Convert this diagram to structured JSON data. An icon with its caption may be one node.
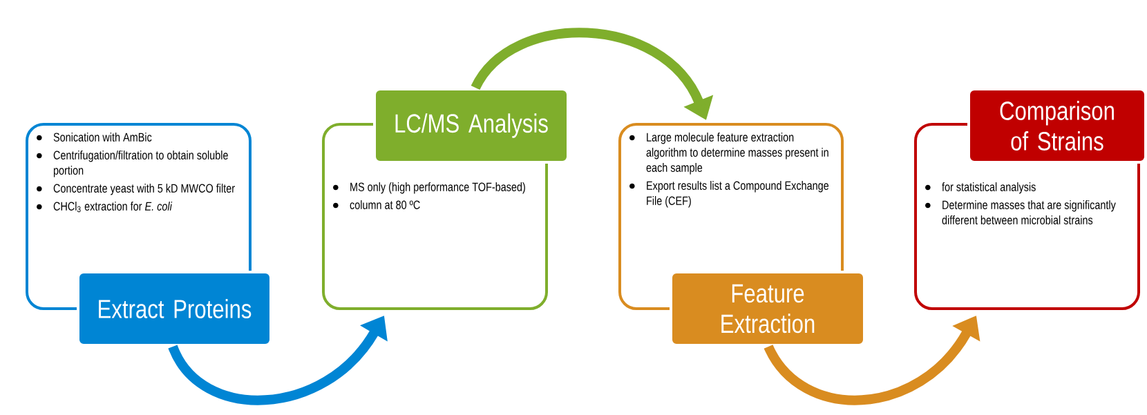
{
  "diagram": {
    "nodes": [
      {
        "text": [
          "Sonication with AmBic",
          "Centrifugation/filtration to obtain soluble portion",
          "Concentrate yeast with 5 kD MWCO filter",
          "CHCl$_{3}$ extraction for *E. coli*"
        ]
      },
      {
        "text": [
          "Extract Proteins"
        ]
      },
      {
        "text": [
          "LC/MS Analysis"
        ]
      },
      {
        "text": [
          "MS only (high performance TOF-based)",
          "column at 80 ºC"
        ]
      },
      {
        "text": [
          "Large molecule feature extraction algorithm to determine masses present in each sample",
          "Export results list a Compound Exchange File (CEF)"
        ]
      },
      {
        "text": [
          "Feature Extraction"
        ]
      },
      {
        "text": [
          "Comparison of Strains"
        ]
      },
      {
        "text": [
          "for statistical analysis",
          "Determine masses that are significantly different between microbial strains"
        ]
      }
    ],
    "edges": [
      {
        "from": 1,
        "to": 3,
        "arrow": "to",
        "color": "#0085d4"
      },
      {
        "from": 2,
        "to": 4,
        "arrow": "to",
        "color": "#7fae2c"
      },
      {
        "from": 5,
        "to": 7,
        "arrow": "to",
        "color": "#d98c20"
      }
    ]
  }
}
